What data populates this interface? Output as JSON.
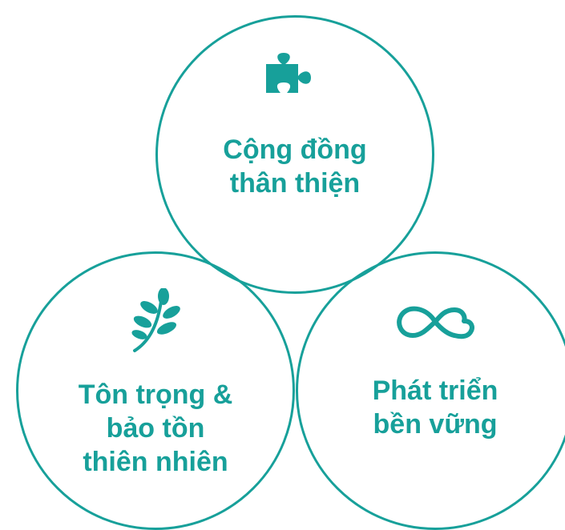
{
  "accent_color": "#17a09a",
  "nodes": [
    {
      "icon": "puzzle-piece-icon",
      "label": "Cộng đồng\nthân thiện"
    },
    {
      "icon": "leaf-branch-icon",
      "label": "Tôn trọng &\nbảo tồn\nthiên nhiên"
    },
    {
      "icon": "infinity-cloud-icon",
      "label": "Phát triển\nbền vững"
    }
  ]
}
